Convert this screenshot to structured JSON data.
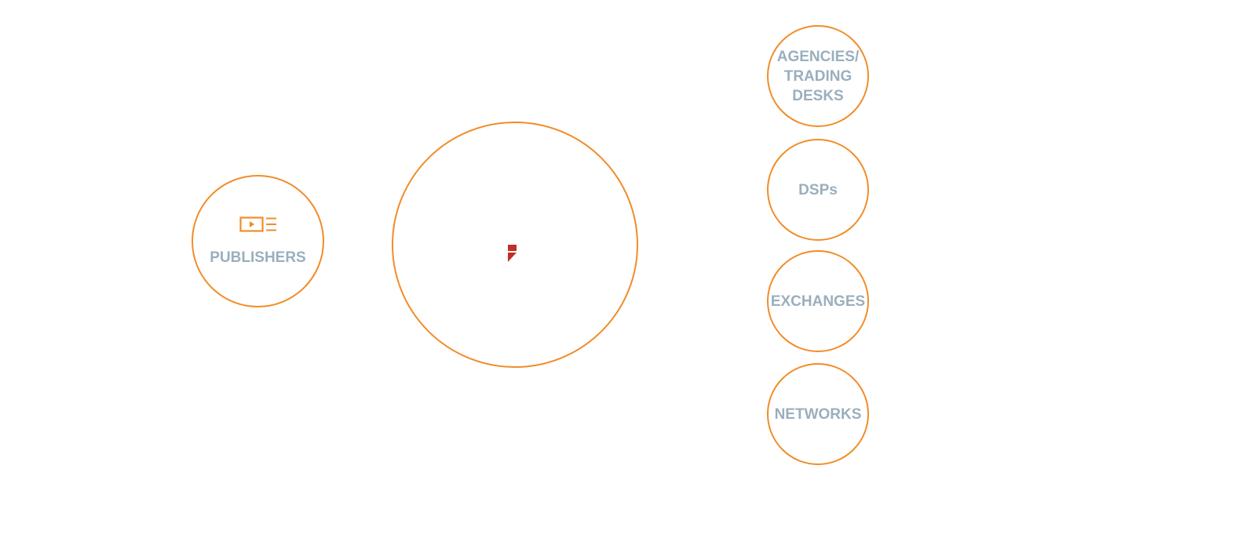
{
  "diagram": {
    "colors": {
      "circle_stroke": "#F28C28",
      "label_text": "#9AAFBD",
      "logo": "#C0302A"
    },
    "source": {
      "label": "PUBLISHERS",
      "icon": "video-list-icon"
    },
    "hub": {
      "icon": "brand-logo-icon"
    },
    "destinations": [
      {
        "label": "AGENCIES/\nTRADING\nDESKS"
      },
      {
        "label": "DSPs"
      },
      {
        "label": "EXCHANGES"
      },
      {
        "label": "NETWORKS"
      }
    ]
  }
}
